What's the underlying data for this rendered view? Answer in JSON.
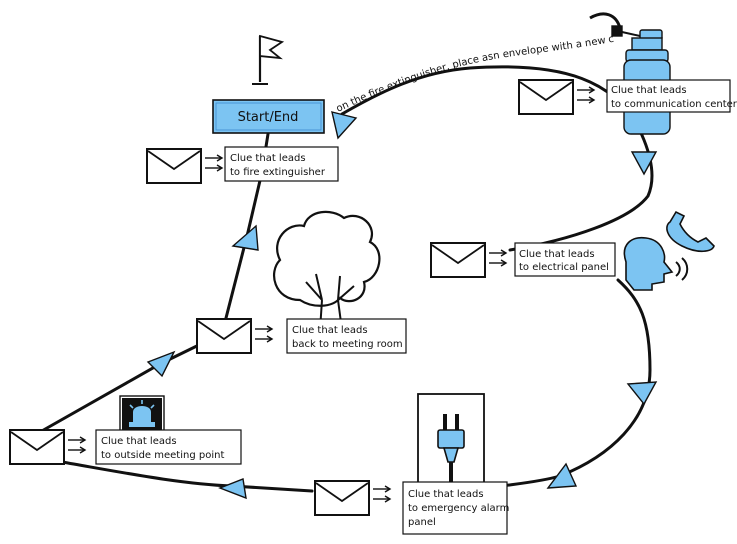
{
  "start": {
    "label": "Start/End"
  },
  "path_label": "on the fire extinguisher, place asn envelope with a new clue",
  "clues": [
    {
      "id": "fire-extinguisher",
      "line1": "Clue that leads",
      "line2": "to fire extinguisher",
      "line3": ""
    },
    {
      "id": "communication-center",
      "line1": "Clue that leads",
      "line2": "to communication center",
      "line3": ""
    },
    {
      "id": "electrical-panel",
      "line1": "Clue that leads",
      "line2": "to electrical panel",
      "line3": ""
    },
    {
      "id": "meeting-room",
      "line1": "Clue that leads",
      "line2": "back to meeting room",
      "line3": ""
    },
    {
      "id": "outside-meeting-point",
      "line1": "Clue that leads",
      "line2": "to outside meeting point",
      "line3": ""
    },
    {
      "id": "emergency-alarm-panel",
      "line1": "Clue that leads",
      "line2": "to emergency alarm",
      "line3": "panel"
    }
  ],
  "icons": [
    "flag-icon",
    "fire-extinguisher-icon",
    "tree-icon",
    "siren-icon",
    "speaking-head-icon",
    "phone-icon",
    "plug-icon",
    "envelope-icon"
  ],
  "colors": {
    "accent": "#7cc4f2",
    "accent_dark": "#3a8ad0",
    "ink": "#111111"
  }
}
